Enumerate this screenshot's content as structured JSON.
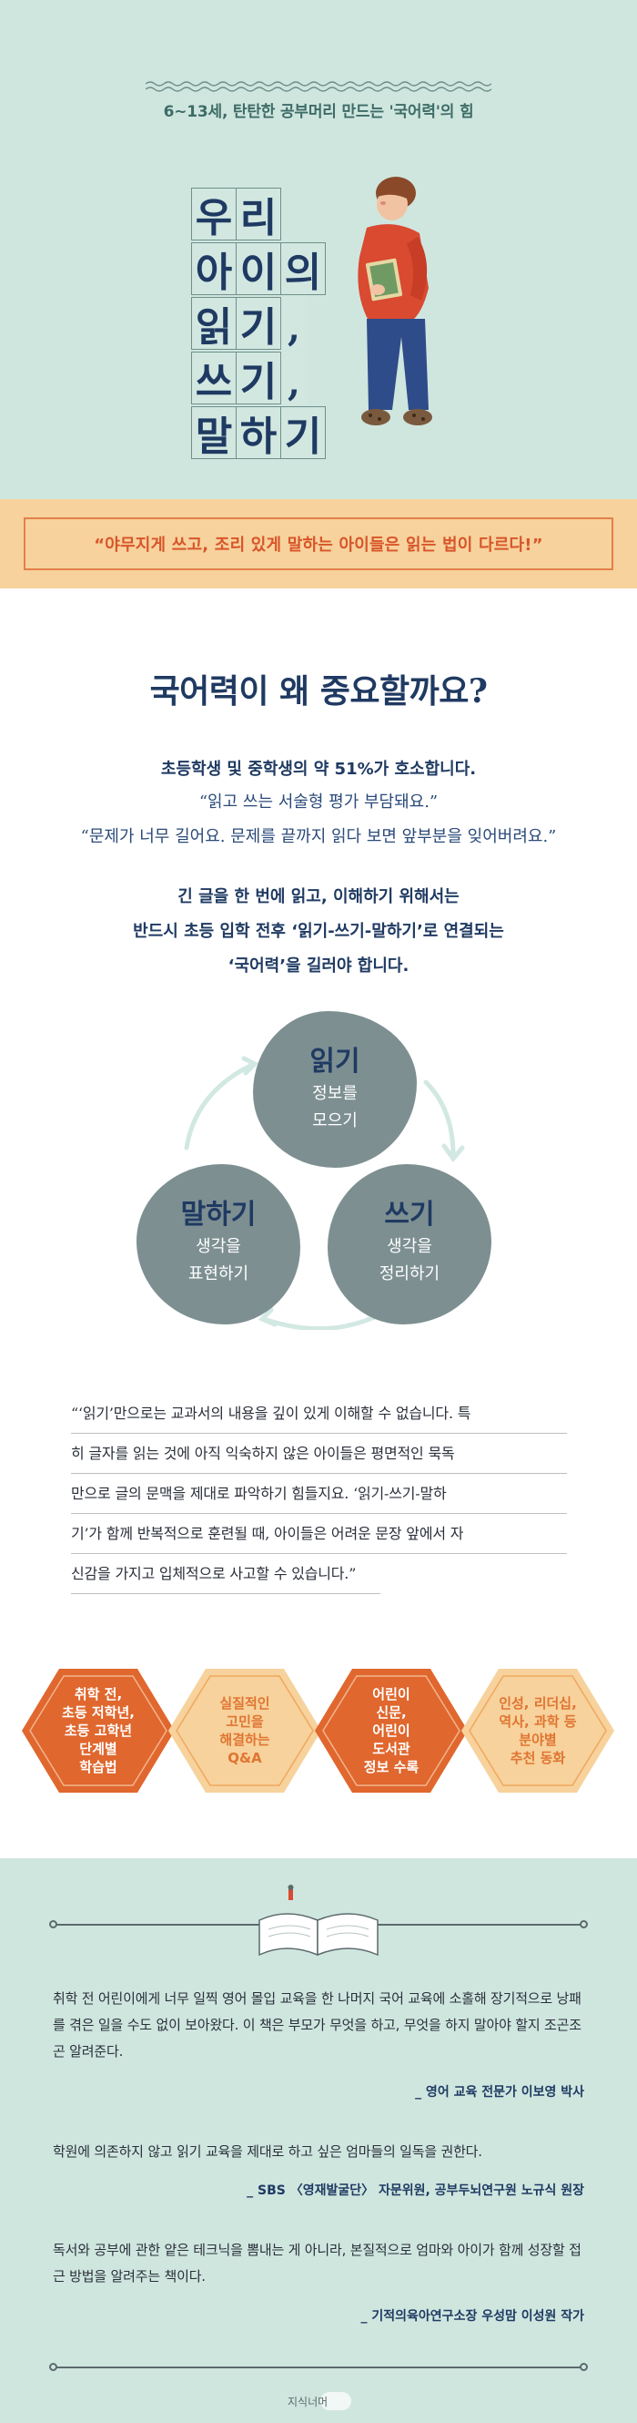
{
  "hero": {
    "tagline": "6~13세, 탄탄한 공부머리 만드는 '국어력'의 힘",
    "title_lines": [
      [
        "우",
        "리"
      ],
      [
        "아",
        "이",
        "의"
      ],
      [
        "읽",
        "기",
        ","
      ],
      [
        "쓰",
        "기",
        ","
      ],
      [
        "말",
        "하",
        "기"
      ]
    ]
  },
  "quote_banner": "“야무지게 쓰고, 조리 있게 말하는 아이들은 읽는 법이 다르다!”",
  "why": {
    "title": "국어력이 왜 중요할까요?",
    "survey": "초등학생 및 중학생의 약 51%가 호소합니다.",
    "voice1": "“읽고 쓰는 서술형 평가 부담돼요.”",
    "voice2": "“문제가 너무 길어요. 문제를 끝까지 읽다 보면 앞부분을 잊어버려요.”",
    "need_lines": [
      "긴 글을 한 번에 읽고, 이해하기 위해서는",
      "반드시 초등 입학 전후 ‘읽기-쓰기-말하기’로 연결되는",
      "‘국어력’을 길러야 합니다."
    ]
  },
  "cycle": {
    "read": {
      "title": "읽기",
      "sub1": "정보를",
      "sub2": "모으기"
    },
    "write": {
      "title": "쓰기",
      "sub1": "생각을",
      "sub2": "정리하기"
    },
    "speak": {
      "title": "말하기",
      "sub1": "생각을",
      "sub2": "표현하기"
    }
  },
  "lined_quote": [
    "“‘읽기’만으로는 교과서의 내용을 깊이 있게 이해할 수 없습니다. 특",
    "히 글자를 읽는 것에 아직 익숙하지 않은 아이들은 평면적인 묵독",
    "만으로 글의 문맥을 제대로 파악하기 힘들지요. ‘읽기-쓰기-말하",
    "기’가 함께 반복적으로 훈련될 때, 아이들은 어려운 문장 앞에서 자",
    "신감을 가지고 입체적으로 사고할 수 있습니다.”"
  ],
  "features": [
    {
      "label": "취학 전,\n초등 저학년,\n초등 고학년\n단계별\n학습법",
      "style": "dark"
    },
    {
      "label": "실질적인\n고민을\n해결하는\nQ&A",
      "style": "light"
    },
    {
      "label": "어린이\n신문,\n어린이\n도서관\n정보 수록",
      "style": "dark"
    },
    {
      "label": "인성, 리더십,\n역사, 과학 등\n분야별\n추천 동화",
      "style": "light"
    }
  ],
  "recommend": [
    {
      "text": "취학 전 어린이에게 너무 일찍 영어 몰입 교육을 한 나머지 국어 교육에 소홀해 장기적으로 낭패를 겪은 일을 수도 없이 보아왔다. 이 책은 부모가 무엇을 하고, 무엇을 하지 말아야 할지 조곤조곤 알려준다.",
      "by": "_ 영어 교육 전문가 이보영 박사"
    },
    {
      "text": "학원에 의존하지 않고 읽기 교육을 제대로 하고 싶은 엄마들의 일독을 권한다.",
      "by": "_ SBS 〈영재발굴단〉 자문위원, 공부두뇌연구원 노규식 원장"
    },
    {
      "text": "독서와 공부에 관한 얕은 테크닉을 뽐내는 게 아니라, 본질적으로 엄마와 아이가 함께 성장할 접근 방법을 알려주는 책이다.",
      "by": "_ 기적의육아연구소장 우성맘 이성원 작가"
    }
  ],
  "publisher_logo": "지식너머",
  "colors": {
    "mint": "#cfe6df",
    "navy": "#1f3a62",
    "orange": "#e07532",
    "orange_dark": "#e0672e",
    "peach": "#f7d29c",
    "gray_blob": "#7d8f91"
  }
}
